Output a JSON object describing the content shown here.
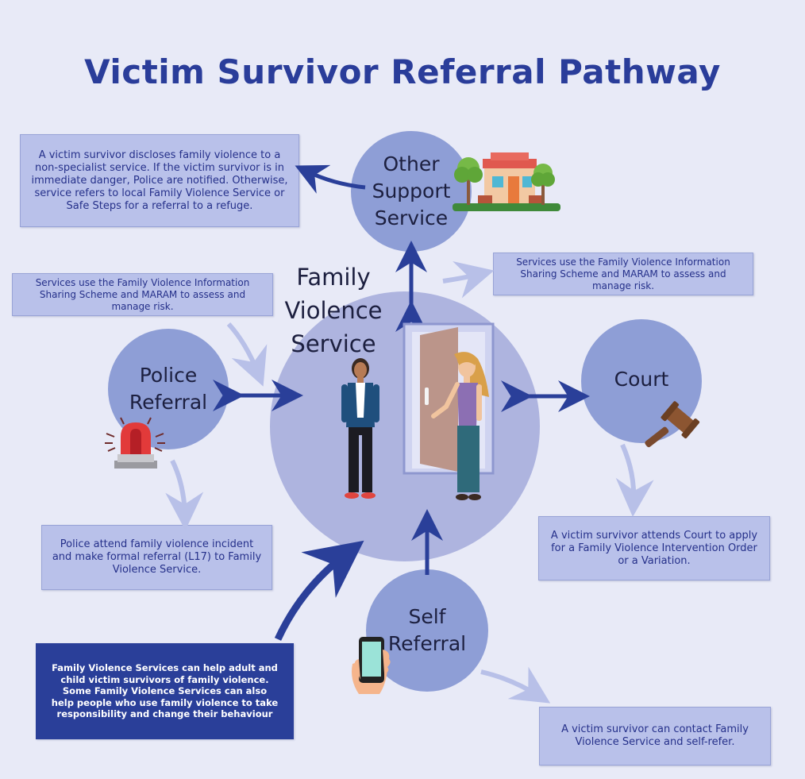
{
  "title": "Victim Survivor Referral Pathway",
  "nodes": {
    "center": "Family\nViolence\nService",
    "other_support": "Other\nSupport\nService",
    "police": "Police\nReferral",
    "court": "Court",
    "self": "Self\nReferral"
  },
  "boxes": {
    "other_support_info": "A victim survivor discloses family violence to a non-specialist service. If the victim survivor is in immediate danger, Police are notified. Otherwise, service refers to local Family Violence Service or Safe Steps for a referral to a refuge.",
    "info_sharing_left": "Services use the Family Violence Information Sharing Scheme and MARAM to assess and manage risk.",
    "info_sharing_right": "Services use the Family Violence Information Sharing Scheme and MARAM to assess and manage risk.",
    "police_info": "Police attend family violence incident and make formal referral (L17) to Family Violence Service.",
    "court_info": "A victim survivor attends Court to apply for a Family Violence Intervention Order or a Variation.",
    "fvs_info": "Family Violence Services can help adult and child victim survivors of family violence. Some Family Violence Services can also help people who use family violence to take responsibility and change their behaviour",
    "self_info": "A victim survivor can contact Family Violence Service and self-refer."
  },
  "colors": {
    "background": "#e8eaf7",
    "title": "#2a3d9a",
    "node": "#8e9ed6",
    "center_node": "#aeb4df",
    "info_box": "#b9c1ea",
    "highlight_box": "#2a3f99",
    "arrow_dark": "#2a3f99",
    "arrow_light": "#b8c0e8"
  },
  "icons": [
    "house-icon",
    "siren-icon",
    "gavel-icon",
    "phone-icon",
    "door-icon",
    "worker-figure",
    "visitor-figure"
  ]
}
